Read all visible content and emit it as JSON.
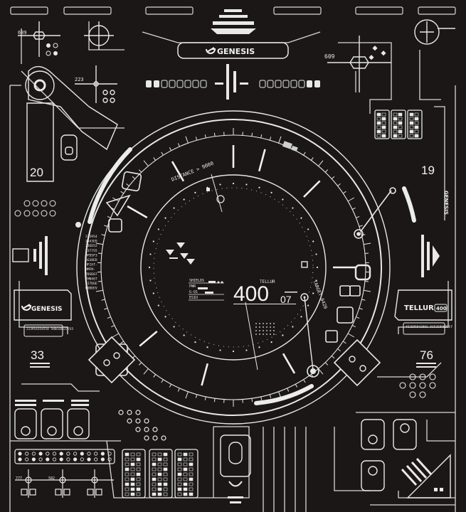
{
  "brand": {
    "name": "GENESIS",
    "product": "TELLUR",
    "product_badge": "400"
  },
  "hud": {
    "main_value": "400",
    "main_sub": "07",
    "main_caption": "TELLUR",
    "distance_label": "DISTANCE > 9000",
    "target_label": "TARGET 0420",
    "stats_labels": [
      "SHIELDS",
      "PWR",
      "G-Q1",
      "ESIU"
    ],
    "data_column": [
      "213954",
      "2543ED",
      "33ED52",
      "1377S5",
      "DFDSF3",
      "6G38ED",
      "HF2AT-",
      "NMFN-",
      "7DSD67",
      "2HN46T",
      "FI7DGE",
      "HDDDEV"
    ]
  },
  "numbers": {
    "top_left_small": "689",
    "mid_left_small": "223",
    "top_right_small": "609",
    "left_big": "20",
    "right_big": "19",
    "left_lower": "33",
    "right_lower": "76",
    "bottom_left_a": "777",
    "bottom_left_b": "582"
  },
  "codes": {
    "left_code": "213954354550 5HDGSD1377S5",
    "right_code": "45289584286G 5GF25896D5EF"
  },
  "colors": {
    "background": "#1b1717",
    "stroke": "#e8e8e8"
  }
}
